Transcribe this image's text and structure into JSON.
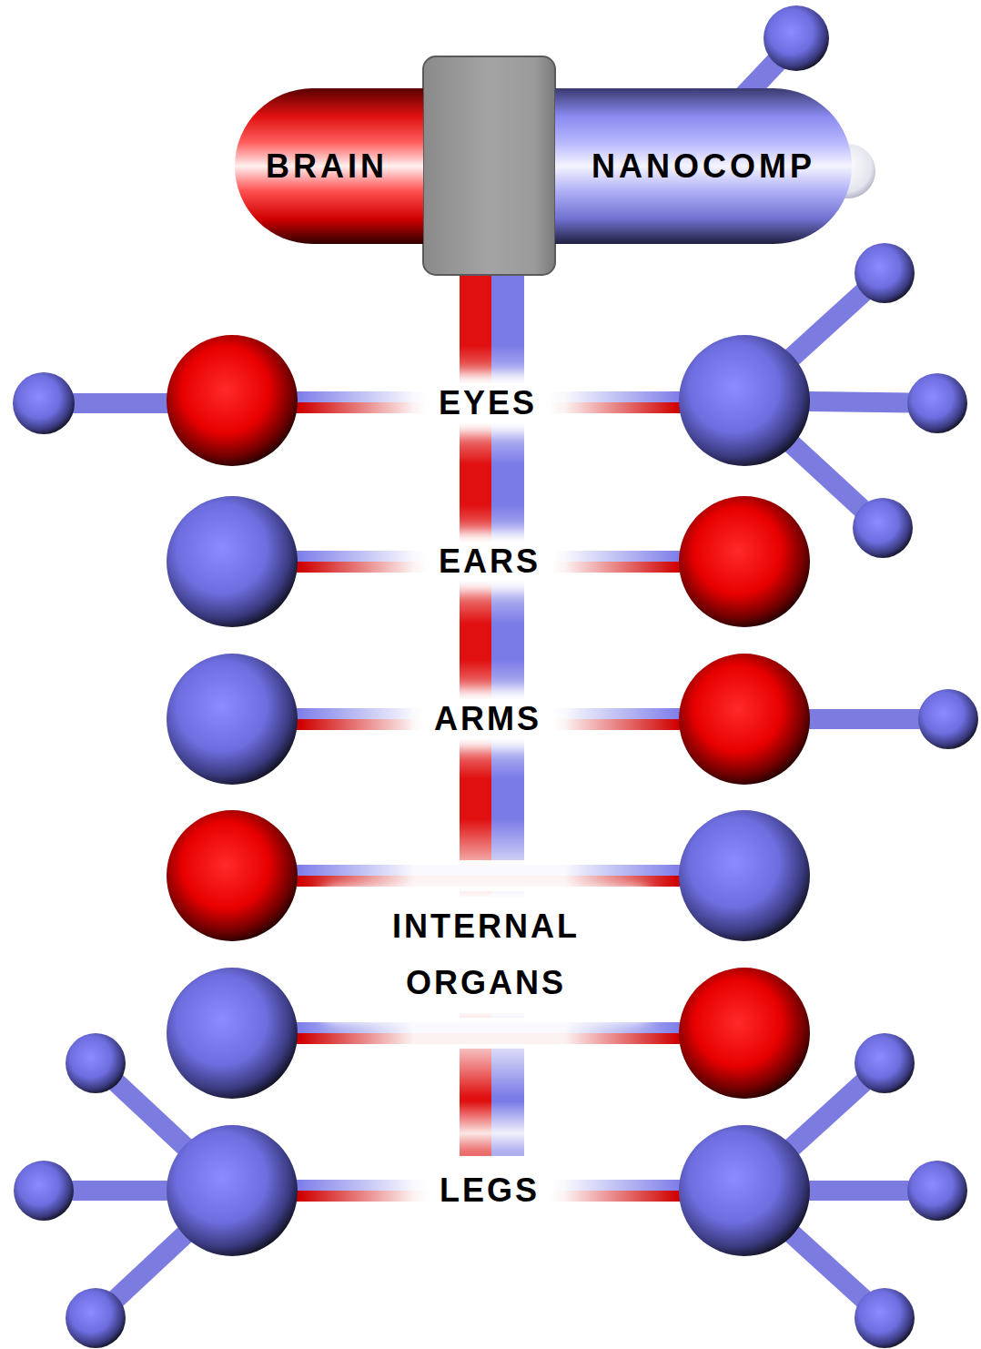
{
  "diagram": {
    "nodes": [
      {
        "text": [
          "BRAIN"
        ]
      },
      {
        "text": [
          "NANOCOMP"
        ]
      }
    ],
    "labels": [
      "EYES",
      "EARS",
      "ARMS",
      "INTERNAL ORGANS",
      "LEGS"
    ]
  }
}
